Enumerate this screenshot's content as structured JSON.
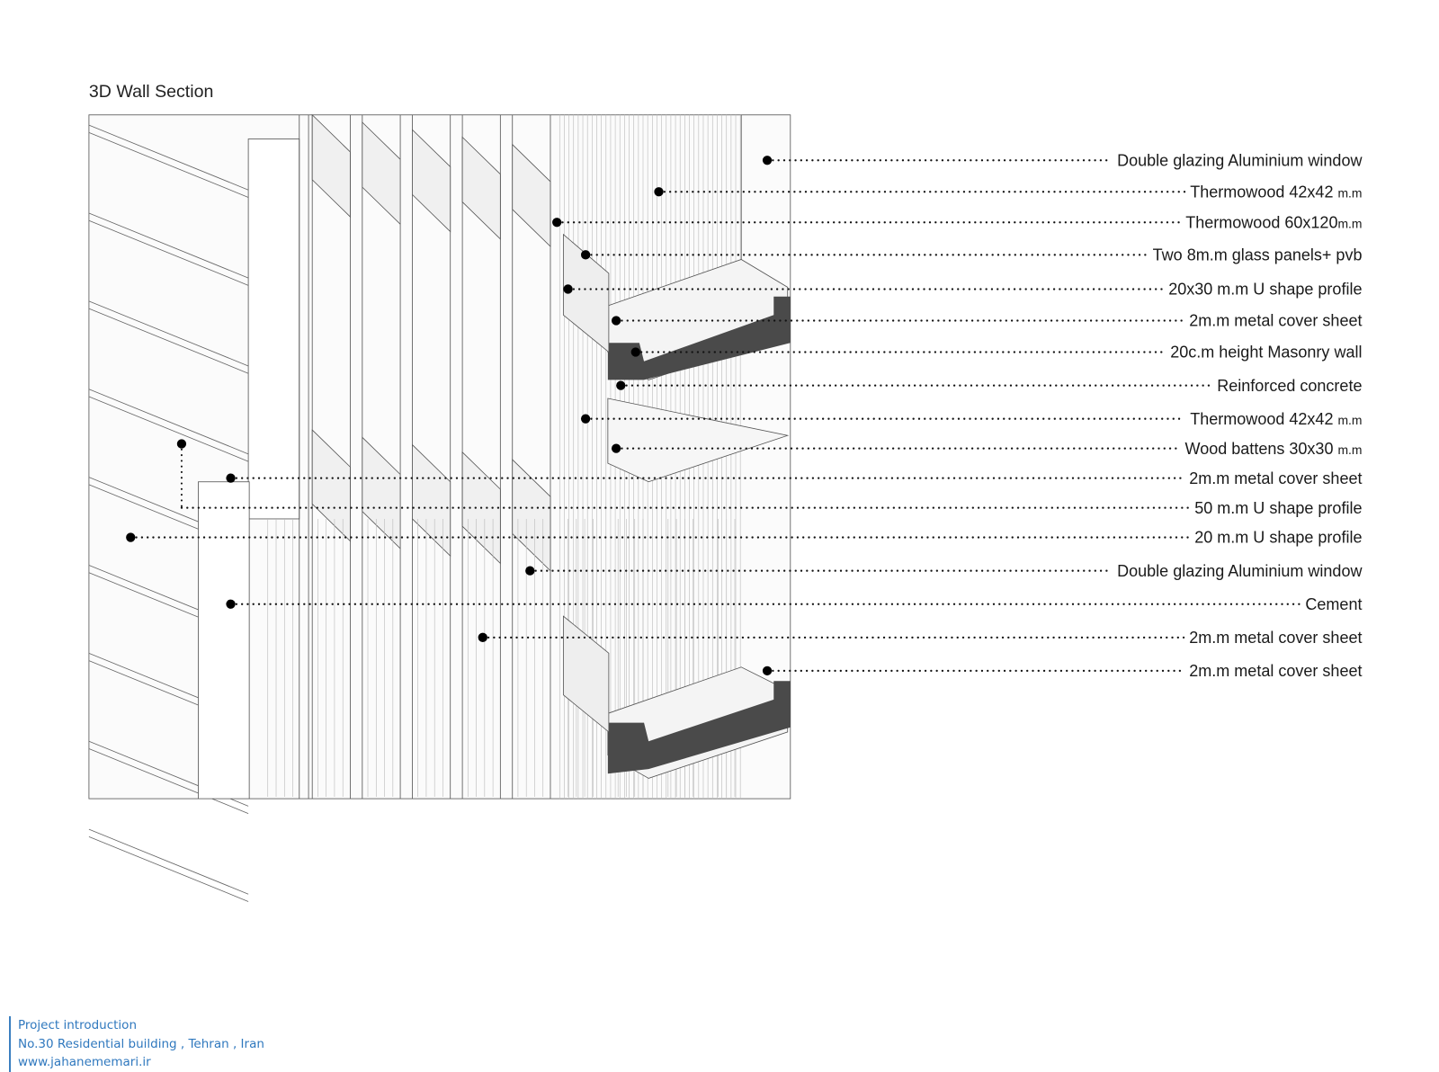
{
  "title": "3D Wall Section",
  "callouts": [
    {
      "text": "Double glazing Aluminium window",
      "unit": ""
    },
    {
      "text": "Thermowood 42x42 ",
      "unit": "m.m"
    },
    {
      "text": "Thermowood 60x120",
      "unit": "m.m"
    },
    {
      "text": "Two 8m.m glass panels+ pvb",
      "unit": ""
    },
    {
      "text": "20x30 m.m U shape profile",
      "unit": ""
    },
    {
      "text": "2m.m metal cover sheet",
      "unit": ""
    },
    {
      "text": "20c.m height Masonry wall",
      "unit": ""
    },
    {
      "text": "Reinforced concrete",
      "unit": ""
    },
    {
      "text": "Thermowood 42x42 ",
      "unit": "m.m"
    },
    {
      "text": "Wood battens 30x30 ",
      "unit": "m.m"
    },
    {
      "text": "2m.m metal cover sheet",
      "unit": ""
    },
    {
      "text": "50 m.m U shape profile",
      "unit": ""
    },
    {
      "text": "20 m.m U shape profile",
      "unit": ""
    },
    {
      "text": "Double glazing Aluminium window",
      "unit": ""
    },
    {
      "text": "Cement",
      "unit": ""
    },
    {
      "text": "2m.m metal cover sheet",
      "unit": ""
    },
    {
      "text": "2m.m metal cover sheet",
      "unit": ""
    }
  ],
  "footer": {
    "line1": "Project introduction",
    "line2": "No.30 Residential building , Tehran , Iran",
    "line3": "www.jahanememari.ir"
  },
  "colors": {
    "footer": "#2f78be",
    "concrete": "#4a4a4a"
  }
}
